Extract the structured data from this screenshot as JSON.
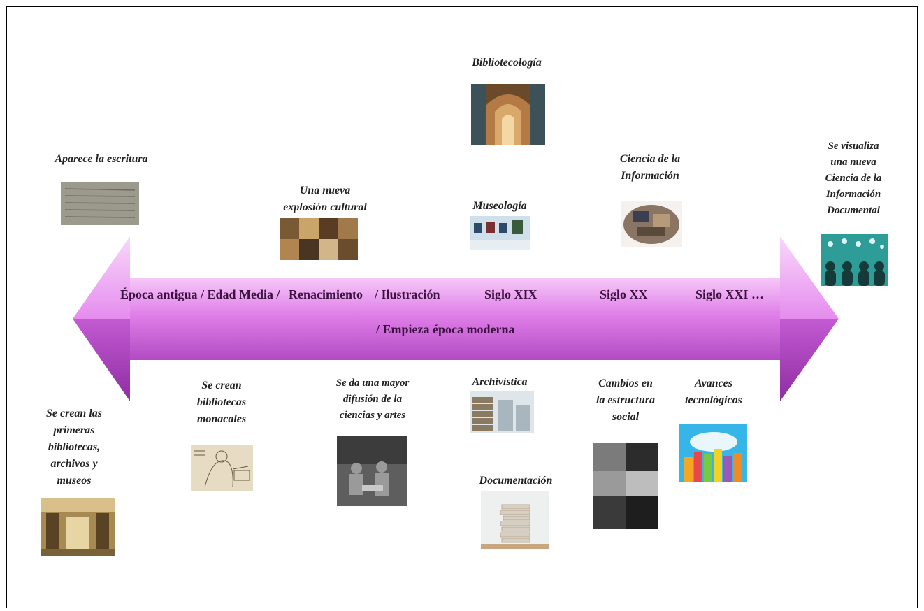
{
  "timeline": {
    "eras": [
      "Época antigua / Edad Media /",
      "Renacimiento",
      "/ Ilustración",
      "Siglo XIX",
      "Siglo XX",
      "Siglo XXI …"
    ],
    "era_sub": "/ Empieza época moderna"
  },
  "events_above": {
    "escritura": "Aparece la escritura",
    "explosion_1": "Una nueva",
    "explosion_2": "explosión cultural",
    "bibliotecologia": "Bibliotecología",
    "museologia": "Museología",
    "ciencia_info_1": "Ciencia de la",
    "ciencia_info_2": "Información",
    "nueva_ciencia": [
      "Se visualiza",
      "una nueva",
      "Ciencia de la",
      "Información",
      "Documental"
    ]
  },
  "events_below": {
    "primeras": [
      "Se crean las",
      "primeras",
      "bibliotecas,",
      "archivos y",
      "museos"
    ],
    "monacales": [
      "Se crean",
      "bibliotecas",
      "monacales"
    ],
    "difusion": [
      "Se da una mayor",
      "difusión de la",
      "ciencias y artes"
    ],
    "archivistica": "Archivística",
    "documentacion": "Documentación",
    "cambios": [
      "Cambios en",
      "la estructura",
      "social"
    ],
    "avances": [
      "Avances",
      "tecnológicos"
    ]
  },
  "colors": {
    "arrow_light": "#f2b8f6",
    "arrow_mid": "#d46ee0",
    "arrow_dark": "#9c36ad"
  },
  "images": [
    "tablilla-escritura",
    "renacimiento-collage",
    "biblioteca-arcos",
    "museo-galeria",
    "ciencia-info-collage",
    "red-tecnologica",
    "biblioteca-antigua",
    "monje-escriba",
    "ilustracion-grabado",
    "archivo-estantes",
    "documentos-pila",
    "collage-historico",
    "tecnologia-ciudad"
  ]
}
